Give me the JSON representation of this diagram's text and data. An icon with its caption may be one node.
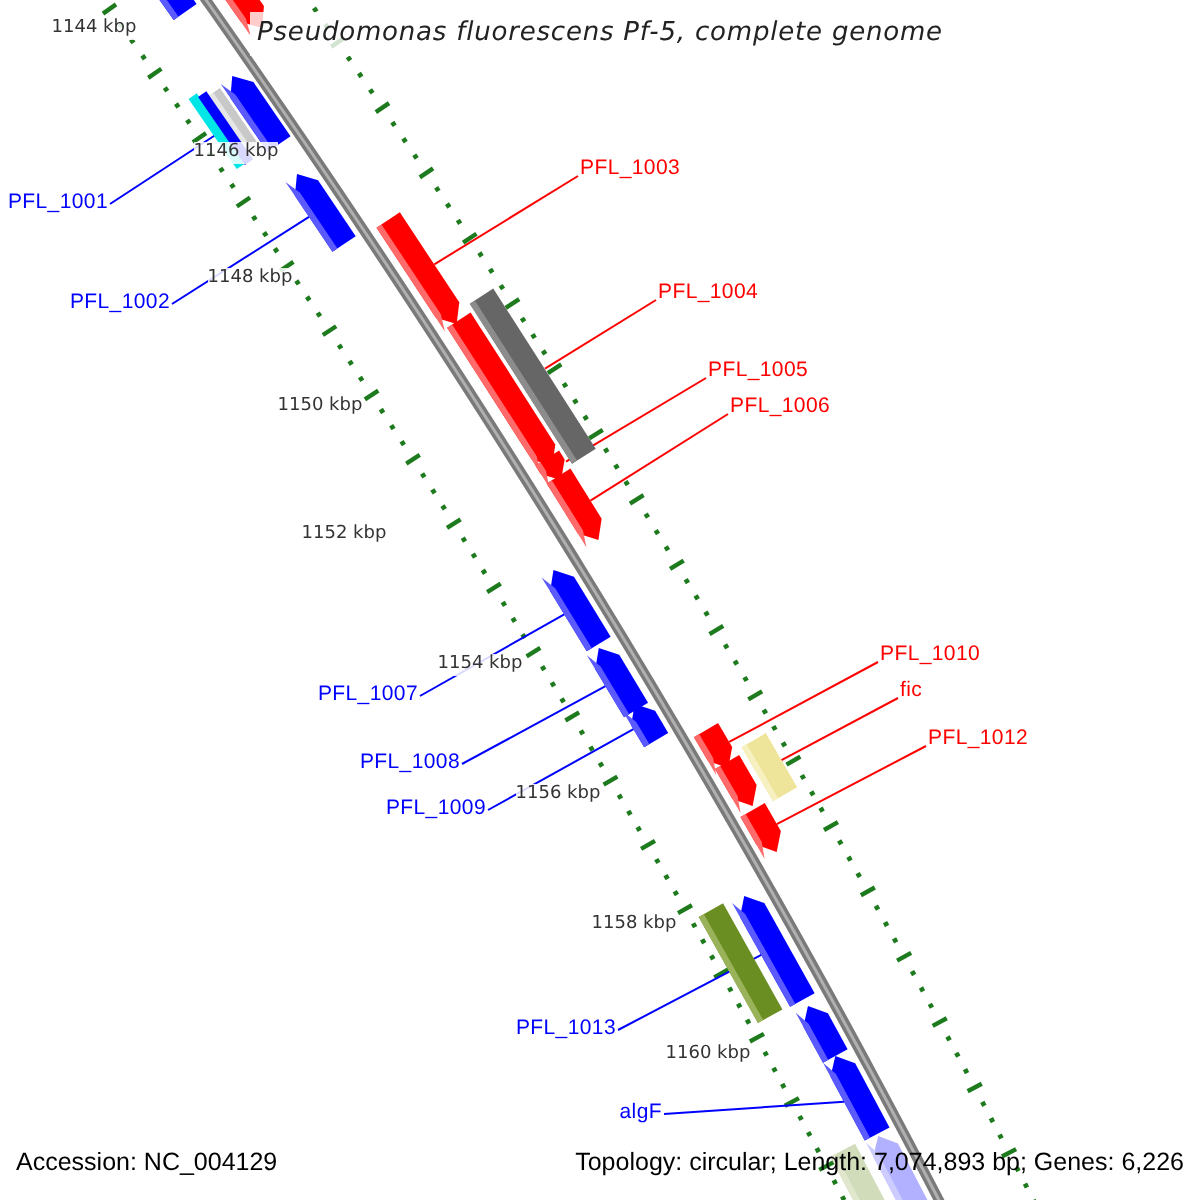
{
  "diagram": {
    "title": "Pseudomonas fluorescens Pf-5, complete genome",
    "nodes": [
      {
        "text": [
          "PFL_1001"
        ]
      },
      {
        "text": [
          "PFL_1002"
        ]
      },
      {
        "text": [
          "PFL_1003"
        ]
      },
      {
        "text": [
          "PFL_1004"
        ]
      },
      {
        "text": [
          "PFL_1005"
        ]
      },
      {
        "text": [
          "PFL_1006"
        ]
      },
      {
        "text": [
          "PFL_1007"
        ]
      },
      {
        "text": [
          "PFL_1008"
        ]
      },
      {
        "text": [
          "PFL_1009"
        ]
      },
      {
        "text": [
          "PFL_1010"
        ]
      },
      {
        "text": [
          "fic"
        ]
      },
      {
        "text": [
          "PFL_1012"
        ]
      },
      {
        "text": [
          "PFL_1013"
        ]
      },
      {
        "text": [
          "algF"
        ]
      },
      {
        "text": [],
        "shape": "arrow"
      },
      {
        "text": [],
        "shape": "arrow"
      },
      {
        "text": [],
        "shape": "arrow"
      },
      {
        "text": [],
        "shape": "bar"
      },
      {
        "text": [],
        "shape": "bar"
      },
      {
        "text": [],
        "shape": "bar"
      },
      {
        "text": [],
        "shape": "arrow"
      },
      {
        "text": [],
        "shape": "arrow"
      },
      {
        "text": [],
        "shape": "bar"
      },
      {
        "text": [],
        "shape": "arrow"
      },
      {
        "text": [],
        "shape": "arrow"
      },
      {
        "text": [],
        "shape": "arrow"
      },
      {
        "text": [],
        "shape": "arrow"
      },
      {
        "text": [],
        "shape": "arrow"
      },
      {
        "text": [],
        "shape": "arrow"
      },
      {
        "text": [],
        "shape": "arrow"
      },
      {
        "text": [],
        "shape": "bar"
      },
      {
        "text": [],
        "shape": "arrow"
      },
      {
        "text": [],
        "shape": "arrow"
      },
      {
        "text": [],
        "shape": "arrow"
      },
      {
        "text": [],
        "shape": "bar"
      },
      {
        "text": [],
        "shape": "arrow"
      },
      {
        "text": [],
        "shape": "arrow"
      },
      {
        "text": [],
        "shape": "bar"
      },
      {
        "text": [],
        "shape": "arrow"
      }
    ],
    "edges": [
      {
        "from": 0,
        "to": 19,
        "arrow": "none"
      },
      {
        "from": 1,
        "to": 20,
        "arrow": "none"
      },
      {
        "from": 2,
        "to": 21,
        "arrow": "none",
        "color": "#ff0000"
      },
      {
        "from": 3,
        "to": 22,
        "arrow": "none",
        "color": "#ff0000"
      },
      {
        "from": 4,
        "to": 24,
        "arrow": "none",
        "color": "#ff0000"
      },
      {
        "from": 5,
        "to": 25,
        "arrow": "none",
        "color": "#ff0000"
      },
      {
        "from": 6,
        "to": 26,
        "arrow": "none"
      },
      {
        "from": 7,
        "to": 27,
        "arrow": "none"
      },
      {
        "from": 8,
        "to": 28,
        "arrow": "none"
      },
      {
        "from": 9,
        "to": 29,
        "arrow": "none",
        "color": "#ff0000"
      },
      {
        "from": 10,
        "to": 30,
        "arrow": "none",
        "color": "#ff0000"
      },
      {
        "from": 11,
        "to": 32,
        "arrow": "none",
        "color": "#ff0000"
      },
      {
        "from": 12,
        "to": 33,
        "arrow": "none"
      },
      {
        "from": 13,
        "to": 36,
        "arrow": "none"
      }
    ],
    "labels": [
      "1144 kbp",
      "1146 kbp",
      "1148 kbp",
      "1150 kbp",
      "1152 kbp",
      "1154 kbp",
      "1156 kbp",
      "1158 kbp",
      "1160 kbp",
      "Accession: NC_004129",
      "Topology: circular; Length: 7,074,893 bp; Genes: 6,226"
    ]
  }
}
